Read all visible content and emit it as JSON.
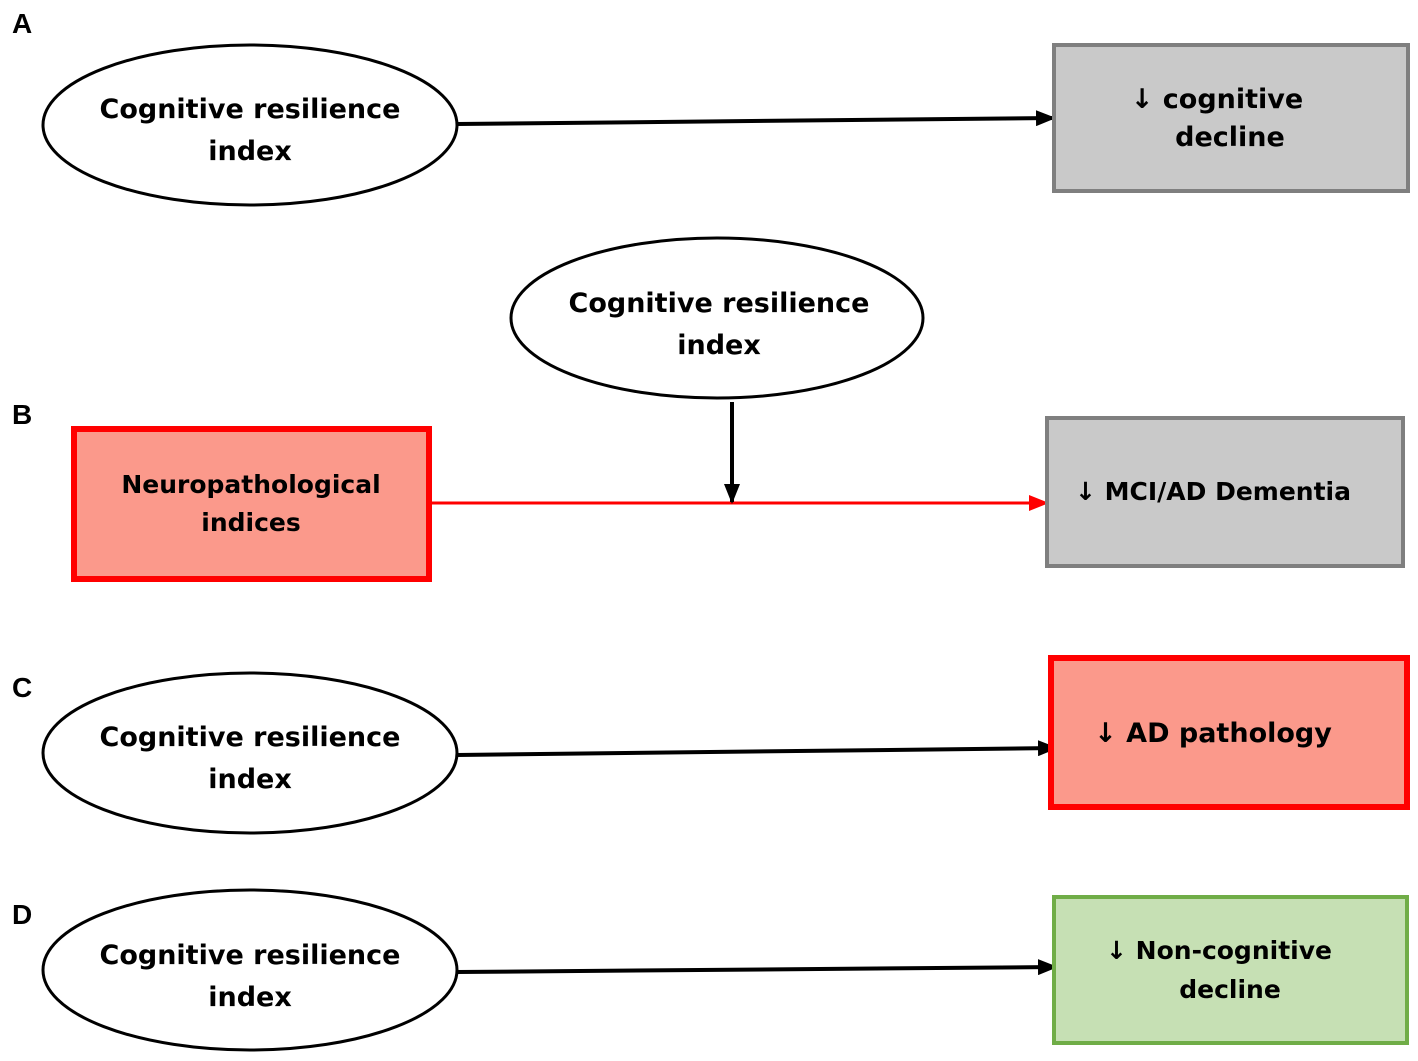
{
  "colors": {
    "ellipse_fill": "#ffffff",
    "ellipse_stroke": "#000000",
    "gray_fill": "#c9c9c9",
    "gray_stroke": "#7f7f7f",
    "red_fill": "#fb998b",
    "red_stroke": "#ff0000",
    "green_fill": "#c6e0b4",
    "green_stroke": "#70ad47",
    "black_arrow": "#000000",
    "red_arrow": "#ff0000"
  },
  "panels": {
    "a": {
      "letter": "A",
      "source": {
        "line1": "Cognitive resilience",
        "line2": "index"
      },
      "target": {
        "line1": "↓ cognitive",
        "line2": "decline"
      }
    },
    "b": {
      "letter": "B",
      "moderator": {
        "line1": "Cognitive resilience",
        "line2": "index"
      },
      "source": {
        "line1": "Neuropathological",
        "line2": "indices"
      },
      "target": {
        "line1": "↓ MCI/AD Dementia"
      }
    },
    "c": {
      "letter": "C",
      "source": {
        "line1": "Cognitive resilience",
        "line2": "index"
      },
      "target": {
        "line1": "↓ AD pathology"
      }
    },
    "d": {
      "letter": "D",
      "source": {
        "line1": "Cognitive resilience",
        "line2": "index"
      },
      "target": {
        "line1": "↓ Non-cognitive",
        "line2": "decline"
      }
    }
  }
}
